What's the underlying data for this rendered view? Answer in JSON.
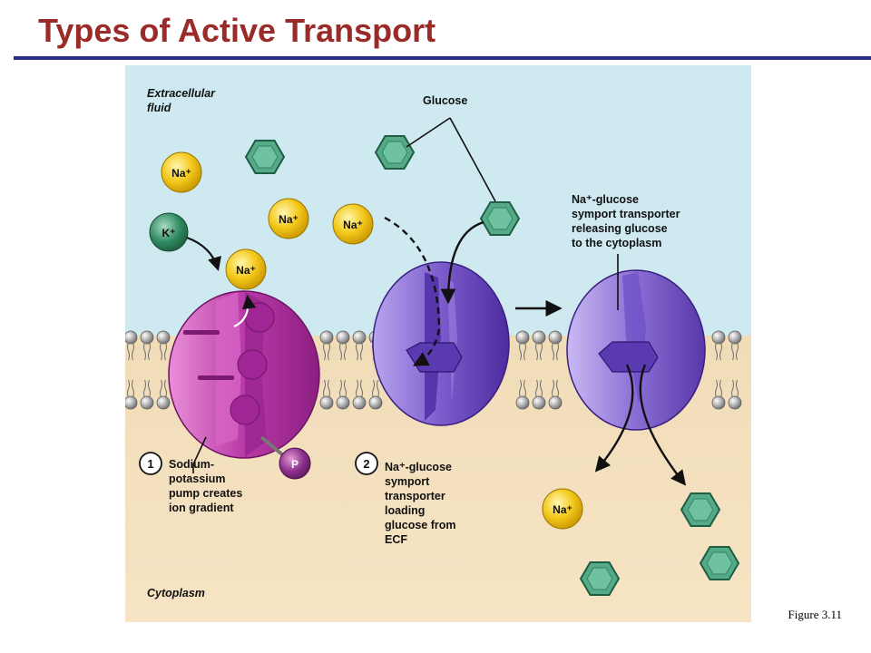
{
  "slide": {
    "title": "Types of Active Transport",
    "figure_caption": "Figure 3.11"
  },
  "regions": {
    "extracellular": [
      "Extracellular",
      "fluid"
    ],
    "cytoplasm": "Cytoplasm"
  },
  "labels": {
    "glucose": "Glucose",
    "releasing": [
      "Na⁺-glucose",
      "symport transporter",
      "releasing glucose",
      "to the cytoplasm"
    ]
  },
  "ions": {
    "na": "Na⁺",
    "k": "K⁺",
    "p": "P"
  },
  "steps": [
    {
      "number": "1",
      "lines": [
        "Sodium-",
        "potassium",
        "pump creates",
        "ion gradient"
      ]
    },
    {
      "number": "2",
      "lines": [
        "Na⁺-glucose",
        "symport",
        "transporter",
        "loading",
        "glucose from",
        "ECF"
      ]
    }
  ],
  "colors": {
    "title": "#9b2b28",
    "title_rule": "#2a2f8c",
    "extracellular_bg": "#cfe9f1",
    "cytoplasm_bg": "#f3dfbd",
    "pump": "#b83aa6",
    "symporter": "#7c5ccc",
    "glucose": "#55aa88",
    "sodium": "#f2c513",
    "potassium": "#2e8a5f",
    "phosphate": "#8b2e8b"
  }
}
